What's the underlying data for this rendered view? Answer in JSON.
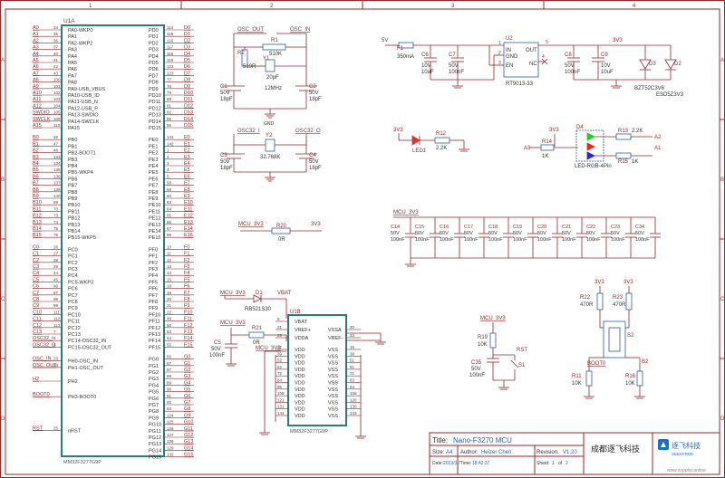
{
  "frame": {
    "cols": [
      "1",
      "2",
      "3",
      "4"
    ],
    "rows": [
      "A",
      "B",
      "C",
      "D"
    ]
  },
  "mcu": {
    "refdes": "U1A",
    "part": "MM32F3277G9P",
    "left_pins": [
      [
        "A0",
        "34",
        "PA0-WKP0"
      ],
      [
        "A1",
        "35",
        "PA1"
      ],
      [
        "A2",
        "36",
        "PA2-WKP2"
      ],
      [
        "A3",
        "37",
        "PA3"
      ],
      [
        "A4",
        "40",
        "PA4"
      ],
      [
        "A5",
        "41",
        "PA5"
      ],
      [
        "A6",
        "42",
        "PA6"
      ],
      [
        "A7",
        "43",
        "PA7"
      ],
      [
        "A8",
        "100",
        "PA8"
      ],
      [
        "A9",
        "101",
        "PA9-USB_VBUS"
      ],
      [
        "A10",
        "102",
        "PA10-USB_ID"
      ],
      [
        "A11",
        "103",
        "PA11-USB_N"
      ],
      [
        "A12",
        "104",
        "PA12-USB_P"
      ],
      [
        "SWDIO",
        "105",
        "PA13-SWDIO"
      ],
      [
        "SWCLK",
        "109",
        "PA14-SWCLK"
      ],
      [
        "A15",
        "110",
        "PA15"
      ],
      [
        "B0",
        "46",
        "PB0"
      ],
      [
        "B1",
        "47",
        "PB1"
      ],
      [
        "B2",
        "48",
        "PB2-BOOT1"
      ],
      [
        "B3",
        "133",
        "PB3"
      ],
      [
        "B4",
        "134",
        "PB4"
      ],
      [
        "B5",
        "135",
        "PB5-WKP4"
      ],
      [
        "B6",
        "136",
        "PB6"
      ],
      [
        "B7",
        "137",
        "PB7"
      ],
      [
        "B8",
        "139",
        "PB8"
      ],
      [
        "B9",
        "140",
        "PB9"
      ],
      [
        "B10",
        "69",
        "PB10"
      ],
      [
        "B11",
        "70",
        "PB11"
      ],
      [
        "B12",
        "73",
        "PB12"
      ],
      [
        "B13",
        "74",
        "PB13"
      ],
      [
        "B14",
        "75",
        "PB14"
      ],
      [
        "B15",
        "76",
        "PB15-WKP5"
      ],
      [
        "C0",
        "26",
        "PC0"
      ],
      [
        "C1",
        "27",
        "PC1"
      ],
      [
        "C2",
        "28",
        "PC2"
      ],
      [
        "C3",
        "29",
        "PC3"
      ],
      [
        "C4",
        "44",
        "PC4"
      ],
      [
        "C5",
        "45",
        "PC5-WKP3"
      ],
      [
        "C6",
        "96",
        "PC6"
      ],
      [
        "C7",
        "97",
        "PC7"
      ],
      [
        "C8",
        "98",
        "PC8"
      ],
      [
        "C9",
        "99",
        "PC9"
      ],
      [
        "C10",
        "111",
        "PC10"
      ],
      [
        "C11",
        "112",
        "PC11"
      ],
      [
        "C12",
        "113",
        "PC12"
      ],
      [
        "C13",
        "7",
        "PC13"
      ],
      [
        "OSC32_I",
        "8",
        "PC14-OSC32_IN"
      ],
      [
        "OSC32_O",
        "9",
        "PC15-OSC32_OUT"
      ],
      [
        "OSC_IN",
        "23",
        "PH0-OSC_IN"
      ],
      [
        "OSC_OUT",
        "24",
        "PH1-OSC_OUT"
      ],
      [
        "H2",
        "",
        "PH2"
      ],
      [
        "BOOT0",
        "",
        "PH3-BOOT0"
      ],
      [
        "RST",
        "25",
        "nRST"
      ]
    ],
    "right_pins": [
      [
        "PD0",
        "114",
        "D0"
      ],
      [
        "PD1",
        "115",
        "D1"
      ],
      [
        "PD2",
        "116",
        "D2"
      ],
      [
        "PD3",
        "117",
        "D3"
      ],
      [
        "PD4",
        "118",
        "D4"
      ],
      [
        "PD5",
        "119",
        "D5"
      ],
      [
        "PD6",
        "122",
        "D6"
      ],
      [
        "PD7",
        "123",
        "D7"
      ],
      [
        "PD8",
        "77",
        "D8"
      ],
      [
        "PD9",
        "78",
        "D9"
      ],
      [
        "PD10",
        "79",
        "D10"
      ],
      [
        "PD11",
        "80",
        "D11"
      ],
      [
        "PD12",
        "81",
        "D12"
      ],
      [
        "PD13",
        "82",
        "D13"
      ],
      [
        "PD14",
        "85",
        "D14"
      ],
      [
        "PD15",
        "86",
        "D15"
      ],
      [
        "PE0",
        "141",
        "E0"
      ],
      [
        "PE1",
        "142",
        "E1"
      ],
      [
        "PE2",
        "1",
        "E2"
      ],
      [
        "PE3",
        "2",
        "E3"
      ],
      [
        "PE4",
        "3",
        "E4"
      ],
      [
        "PE5",
        "4",
        "E5"
      ],
      [
        "PE6",
        "5",
        "E6"
      ],
      [
        "PE7",
        "58",
        "E7"
      ],
      [
        "PE8",
        "59",
        "E8"
      ],
      [
        "PE9",
        "60",
        "E9"
      ],
      [
        "PE10",
        "63",
        "E10"
      ],
      [
        "PE11",
        "64",
        "E11"
      ],
      [
        "PE12",
        "65",
        "E12"
      ],
      [
        "PE13",
        "66",
        "E13"
      ],
      [
        "PE14",
        "67",
        "E14"
      ],
      [
        "PE15",
        "68",
        "E15"
      ],
      [
        "PF0",
        "10",
        "F0"
      ],
      [
        "PF1",
        "11",
        "F1"
      ],
      [
        "PF2",
        "12",
        "F2"
      ],
      [
        "PF3",
        "13",
        "F3"
      ],
      [
        "PF4",
        "14",
        "F4"
      ],
      [
        "PF5",
        "15",
        "F5"
      ],
      [
        "PF6",
        "18",
        "F6"
      ],
      [
        "PF7",
        "19",
        "F7"
      ],
      [
        "PF8",
        "20",
        "F8"
      ],
      [
        "PF9",
        "21",
        "F9"
      ],
      [
        "PF10",
        "22",
        "F10"
      ],
      [
        "PF11",
        "49",
        "F11"
      ],
      [
        "PF12",
        "50",
        "F12"
      ],
      [
        "PF13",
        "53",
        "F13"
      ],
      [
        "PF14",
        "54",
        "F14"
      ],
      [
        "PF15",
        "55",
        "F15"
      ],
      [
        "PG0",
        "56",
        "G0"
      ],
      [
        "PG1",
        "57",
        "G1"
      ],
      [
        "PG2",
        "87",
        "G2"
      ],
      [
        "PG3",
        "88",
        "G3"
      ],
      [
        "PG4",
        "89",
        "G4"
      ],
      [
        "PG5",
        "90",
        "G5"
      ],
      [
        "PG6",
        "91",
        "G6"
      ],
      [
        "PG7",
        "92",
        "G7"
      ],
      [
        "PG8",
        "93",
        "G8"
      ],
      [
        "PG9",
        "124",
        "G9"
      ],
      [
        "PG10",
        "125",
        "G10"
      ],
      [
        "PG11",
        "126",
        "G11"
      ],
      [
        "PG12",
        "127",
        "G12"
      ],
      [
        "PG13",
        "128",
        "G13"
      ],
      [
        "PG14",
        "129",
        "G14"
      ],
      [
        "PG15",
        "132",
        "G15"
      ]
    ]
  },
  "osc": {
    "osc_out": "OSC_OUT",
    "osc_in": "OSC_IN",
    "r1": "R1",
    "r1_val": "510K",
    "r2": "R2",
    "r2_val": "510R",
    "y1": "Y1",
    "y1_val": "12MHz",
    "c1": "C1",
    "c1_v": "50V",
    "c1_val": "18pF",
    "c2": "C2",
    "c2_v": "50V",
    "c2_val": "18pF",
    "c_small": "20pF",
    "osc32_i": "OSC32_I",
    "osc32_o": "OSC32_O",
    "y2": "Y2",
    "y2_val": "32.768K",
    "c3": "C3",
    "c3_v": "50V",
    "c3_val": "18pF",
    "c4": "C4",
    "c4_v": "50V",
    "c4_val": "18pF"
  },
  "mcu3v3": {
    "mcu_3v3": "MCU_3V3",
    "r20": "R20",
    "r20_val": "0R",
    "v3v3": "3V3"
  },
  "power": {
    "v5": "5V",
    "f1": "F1",
    "f1_val": "350mA",
    "c6": "C6",
    "c6_v": "10V",
    "c6_val": "10uF",
    "c7": "C7",
    "c7_v": "50V",
    "c7_val": "100nF",
    "u2": "U2",
    "u2_part": "RT9013-33",
    "u2_in": "IN",
    "u2_gnd": "GND",
    "u2_en": "EN",
    "u2_out": "OUT",
    "u2_nc": "NC",
    "p1": "1",
    "p2": "2",
    "p3": "3",
    "p4": "4",
    "p5": "5",
    "c8": "C8",
    "c8_v": "50V",
    "c8_val": "100nF",
    "c9": "C9",
    "c9_v": "10V",
    "c9_val": "10uF",
    "d3": "D3",
    "d3_val": "BZT52C3V6",
    "d2": "D2",
    "d2_val": "ESD5Z3V3",
    "v3v3": "3V3"
  },
  "led": {
    "v3v3": "3V3",
    "led1": "LED1",
    "r12": "R12",
    "r12_val": "2.2K",
    "v3v3b": "3V3",
    "d4": "D4",
    "a3": "A3",
    "r14": "R14",
    "r14_val": "1K",
    "rgb": "LED-RGB-4Pin",
    "r13": "R13",
    "r13_val": "2.2K",
    "a2": "A2",
    "r15": "R15",
    "r15_val": "1K",
    "a1": "A1"
  },
  "decoupling": {
    "net": "MCU_3V3",
    "caps": [
      [
        "C14",
        "50V",
        "100nF"
      ],
      [
        "C15",
        "50V",
        "100nF"
      ],
      [
        "C16",
        "50V",
        "100nF"
      ],
      [
        "C17",
        "50V",
        "100nF"
      ],
      [
        "C18",
        "50V",
        "100nF"
      ],
      [
        "C19",
        "50V",
        "100nF"
      ],
      [
        "C20",
        "50V",
        "100nF"
      ],
      [
        "C21",
        "50V",
        "100nF"
      ],
      [
        "C22",
        "50V",
        "100nF"
      ],
      [
        "C23",
        "50V",
        "100nF"
      ],
      [
        "C34",
        "50V",
        "100nF"
      ]
    ]
  },
  "vbat": {
    "mcu_3v3": "MCU_3V3",
    "d1": "D1",
    "d1_val": "RB521S30",
    "vbat": "VBAT",
    "mcu_3v3b": "MCU_3V3",
    "r21": "R21",
    "r21_val": "0R",
    "c5": "C5",
    "c5_v": "50V",
    "c5_val": "100nF",
    "mcu_3v3c": "MCU_3V3"
  },
  "u1b": {
    "refdes": "U1B",
    "part": "MM32F3277G9P",
    "pins": [
      [
        "6",
        "VBAT",
        ""
      ],
      [
        "31",
        "VREF+",
        "VSSA",
        "30"
      ],
      [
        "32",
        "VDDA",
        "VREF-",
        "33"
      ],
      [
        "17",
        "VDD",
        "VSS",
        "16"
      ],
      [
        "39",
        "VDD",
        "VSS",
        "38"
      ],
      [
        "52",
        "VDD",
        "VSS",
        "51"
      ],
      [
        "62",
        "VDD",
        "VSS",
        "61"
      ],
      [
        "72",
        "VDD",
        "VSS",
        "71"
      ],
      [
        "84",
        "VDD",
        "VSS",
        "83"
      ],
      [
        "95",
        "VDD",
        "VSS",
        "94"
      ],
      [
        "108",
        "VDD",
        "VSS",
        "106"
      ],
      [
        "121",
        "VDD",
        "VSS",
        "120"
      ],
      [
        "131",
        "VDD",
        "VSS",
        "130"
      ],
      [
        "144",
        "VDD",
        "VSS",
        "143"
      ]
    ]
  },
  "reset": {
    "mcu_3v3": "MCU_3V3",
    "r19": "R19",
    "r19_val": "10K",
    "rst": "RST",
    "c35": "C35",
    "c35_v": "50V",
    "c35_val": "100nF",
    "s1": "S1"
  },
  "boot": {
    "v3v3a": "3V3",
    "v3v3b": "3V3",
    "r22": "R22",
    "r22_val": "470R",
    "r23": "R23",
    "r23_val": "470R",
    "s2": "S2",
    "boot0": "BOOT0",
    "b2": "B2",
    "r11": "R11",
    "r11_val": "10K",
    "r16": "R16",
    "r16_val": "10K"
  },
  "gnd": "GND",
  "titleblock": {
    "title_label": "Title:",
    "title": "Nano-F3270 MCU",
    "size_label": "Size:",
    "size": "A4",
    "author_label": "Author:",
    "author": "Heizer Chen",
    "rev_label": "Revision:",
    "rev": "V1.20",
    "date_label": "Date:",
    "date": "2023/3/7",
    "time_label": "Time:",
    "time": "18:42:37",
    "sheet_label": "Sheet:",
    "sheet": "1",
    "of_label": "of",
    "of": "2",
    "company": "成都逐飞科技",
    "logo": "逐飞科技",
    "logo_sub": "SEEKFREE",
    "url": "www.sypphp.online"
  }
}
